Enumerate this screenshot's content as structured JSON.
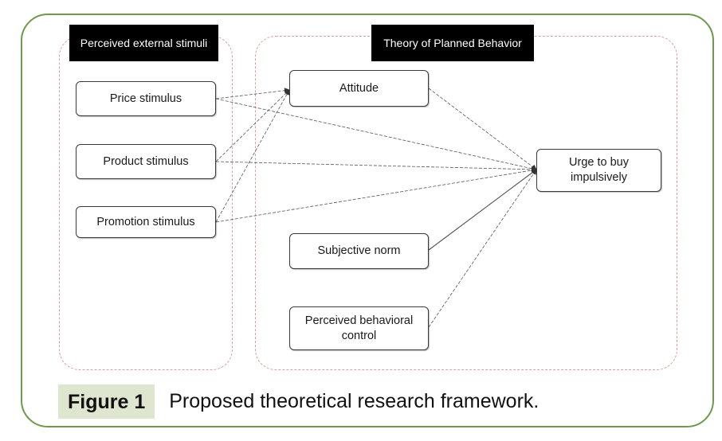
{
  "groups": {
    "external": "Perceived external stimuli",
    "tpb": "Theory of Planned Behavior"
  },
  "nodes": {
    "price": "Price stimulus",
    "product": "Product stimulus",
    "promotion": "Promotion stimulus",
    "attitude": "Attitude",
    "subjective": "Subjective norm",
    "pbc": "Perceived behavioral control",
    "urge": "Urge to buy impulsively"
  },
  "edges": [
    {
      "from": "price",
      "to": "attitude"
    },
    {
      "from": "product",
      "to": "attitude"
    },
    {
      "from": "promotion",
      "to": "attitude"
    },
    {
      "from": "price",
      "to": "urge"
    },
    {
      "from": "product",
      "to": "urge"
    },
    {
      "from": "promotion",
      "to": "urge"
    },
    {
      "from": "attitude",
      "to": "urge"
    },
    {
      "from": "subjective",
      "to": "urge"
    },
    {
      "from": "pbc",
      "to": "urge"
    }
  ],
  "caption": {
    "label": "Figure 1",
    "text": "Proposed theoretical research framework."
  },
  "colors": {
    "frame": "#6f9a4c",
    "group_border": "#d9a0a0",
    "edge": "#555555",
    "caption_bg": "#dfe6cf"
  }
}
